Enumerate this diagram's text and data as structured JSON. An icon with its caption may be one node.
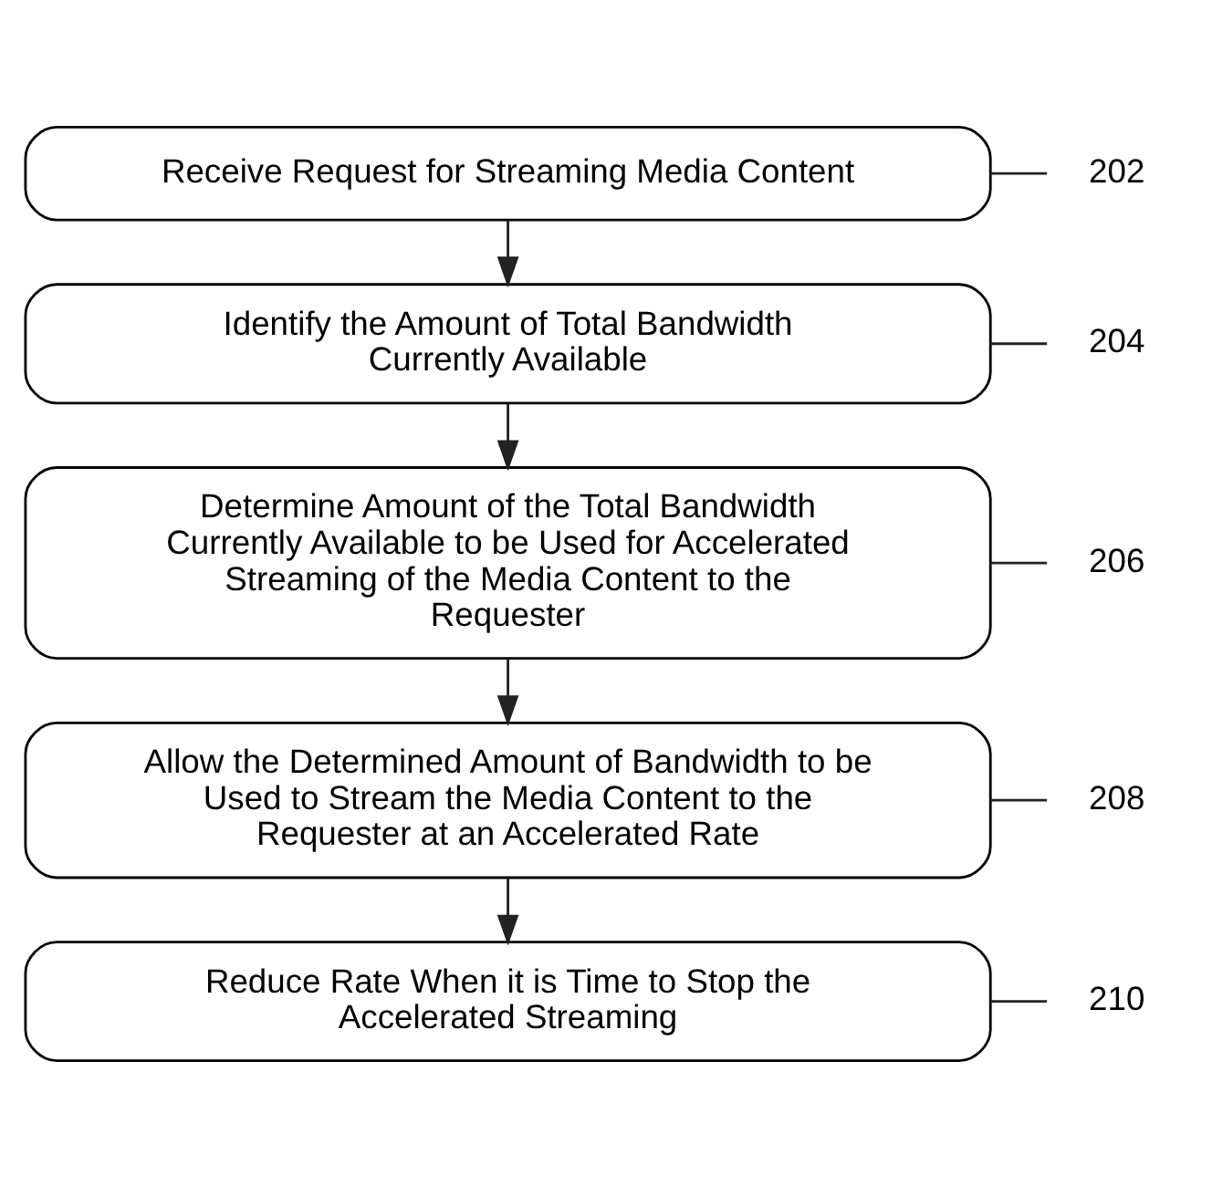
{
  "diagram": {
    "nodes": [
      {
        "text": [
          "202"
        ]
      },
      {
        "text": [
          "Receive Request for Streaming Media Content"
        ]
      },
      {
        "text": [
          "204"
        ]
      },
      {
        "text": [
          "Identify the Amount of Total Bandwidth Currently Available"
        ]
      },
      {
        "text": [
          "206"
        ]
      },
      {
        "text": [
          "Determine Amount of the Total Bandwidth Currently Available to be Used for Accelerated Streaming of the Media Content to the Requester"
        ]
      },
      {
        "text": [
          "208"
        ]
      },
      {
        "text": [
          "Allow the Determined Amount of Bandwidth to be Used to Stream the Media Content to the Requester at an Accelerated Rate"
        ]
      },
      {
        "text": [
          "210"
        ]
      },
      {
        "text": [
          "Reduce Rate When it is Time to Stop the Accelerated Streaming"
        ]
      }
    ],
    "edges": [
      {
        "from": 0,
        "to": 1,
        "arrow": "none"
      },
      {
        "from": 1,
        "to": 3,
        "arrow": "to"
      },
      {
        "from": 2,
        "to": 3,
        "arrow": "none"
      },
      {
        "from": 3,
        "to": 5,
        "arrow": "to"
      },
      {
        "from": 4,
        "to": 5,
        "arrow": "none"
      },
      {
        "from": 5,
        "to": 7,
        "arrow": "to"
      },
      {
        "from": 6,
        "to": 7,
        "arrow": "none"
      },
      {
        "from": 7,
        "to": 9,
        "arrow": "to"
      },
      {
        "from": 8,
        "to": 9,
        "arrow": "none"
      }
    ]
  }
}
